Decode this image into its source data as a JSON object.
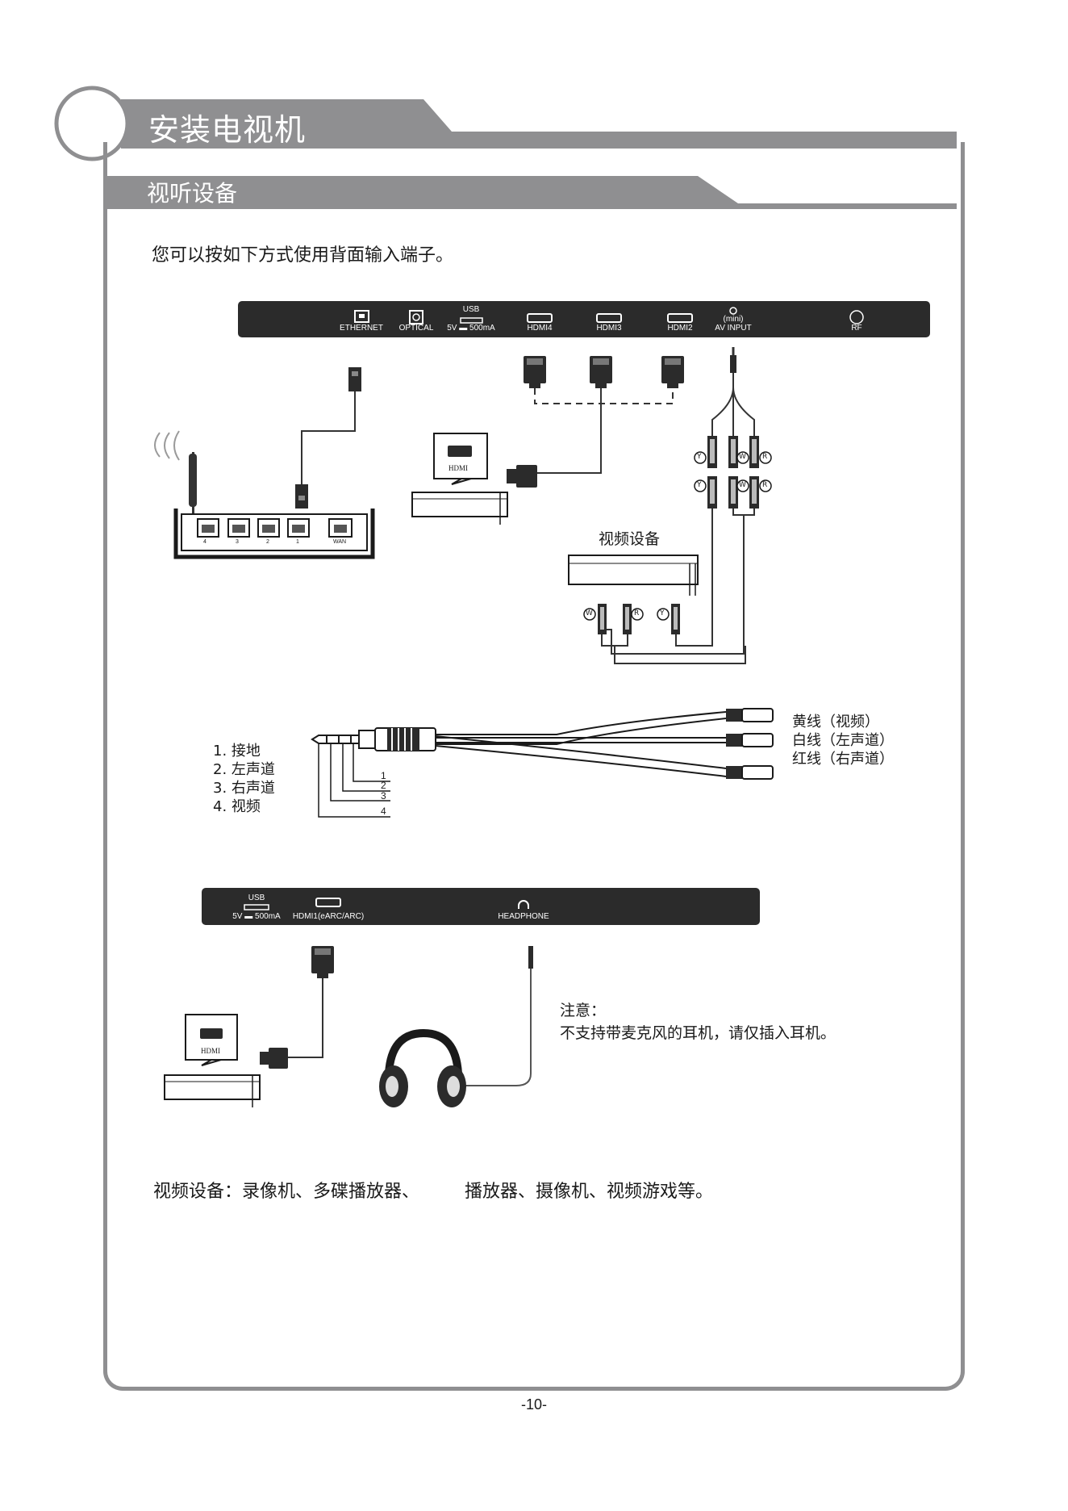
{
  "header": {
    "title": "安装电视机",
    "subtitle": "视听设备"
  },
  "intro": "您可以按如下方式使用背面输入端子。",
  "top_panel": {
    "ports": [
      "ETHERNET",
      "OPTICAL",
      "USB",
      "5V ▬ 500mA",
      "HDMI4",
      "HDMI3",
      "HDMI2",
      "(mini)",
      "AV INPUT",
      "RF"
    ]
  },
  "router": {
    "ports": [
      "4",
      "3",
      "2",
      "1",
      "WAN"
    ]
  },
  "hdmi_device_label": "HDMI",
  "video_device_label": "视频设备",
  "rca_letters": {
    "y": "Y",
    "w": "W",
    "r": "R"
  },
  "jack_diagram": {
    "legend": [
      "1.  接地",
      "2.  左声道",
      "3.  右声道",
      "4.  视频"
    ],
    "pin_numbers": [
      "1",
      "2",
      "3",
      "4"
    ],
    "cable_colors": [
      "黄线（视频）",
      "白线（左声道）",
      "红线（右声道）"
    ]
  },
  "bottom_panel": {
    "ports": [
      "USB",
      "5V ▬ 500mA",
      "HDMI1(eARC/ARC)",
      "HEADPHONE"
    ]
  },
  "note": {
    "title": "注意：",
    "text": "不支持带麦克风的耳机，请仅插入耳机。"
  },
  "devices_text": "视频设备：录像机、多碟播放器、        播放器、摄像机、视频游戏等。",
  "page_number": "-10-",
  "colors": {
    "header_gray": "#8f8f91",
    "panel": "#2b2b2b"
  }
}
